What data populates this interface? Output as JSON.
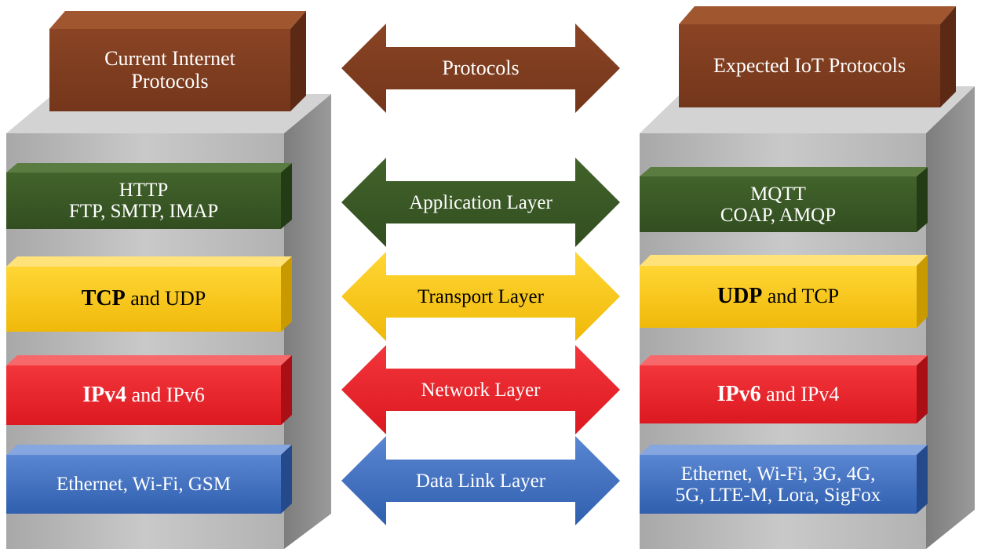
{
  "left_stack": {
    "header": [
      "Current Internet",
      "Protocols"
    ],
    "application": [
      "HTTP",
      "FTP, SMTP, IMAP"
    ],
    "transport": {
      "bold": "TCP",
      "rest": " and UDP"
    },
    "network": {
      "bold": "IPv4",
      "rest": " and IPv6"
    },
    "datalink": [
      "Ethernet, Wi-Fi, GSM"
    ]
  },
  "right_stack": {
    "header": [
      "Expected IoT Protocols"
    ],
    "application": [
      "MQTT",
      "COAP, AMQP"
    ],
    "transport": {
      "bold": "UDP",
      "rest": " and TCP"
    },
    "network": {
      "bold": "IPv6",
      "rest": " and IPv4"
    },
    "datalink": [
      "Ethernet, Wi-Fi, 3G, 4G,",
      "5G, LTE-M, Lora, SigFox"
    ]
  },
  "arrows": {
    "protocols": "Protocols",
    "application": "Application Layer",
    "transport": "Transport Layer",
    "network": "Network Layer",
    "datalink": "Data Link Layer"
  },
  "colors": {
    "header": "#7e3b1f",
    "application": "#385724",
    "transport": "#f6c515",
    "network": "#e8202a",
    "datalink": "#3f6fc0",
    "pillar": "#bdbdbd"
  }
}
